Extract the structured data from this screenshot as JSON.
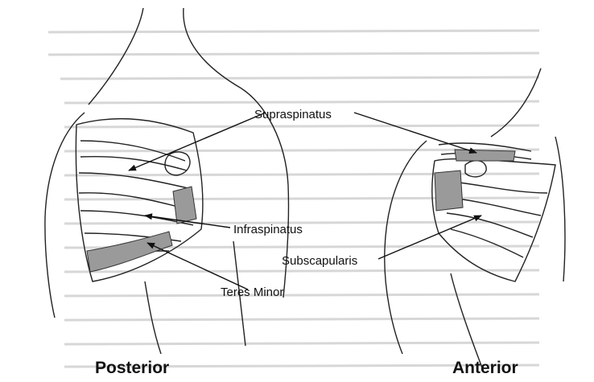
{
  "labels": {
    "supraspinatus": "Supraspinatus",
    "infraspinatus": "Infraspinatus",
    "teres_minor": "Teres Minor",
    "subscapularis": "Subscapularis"
  },
  "views": {
    "posterior": "Posterior",
    "anterior": "Anterior"
  }
}
